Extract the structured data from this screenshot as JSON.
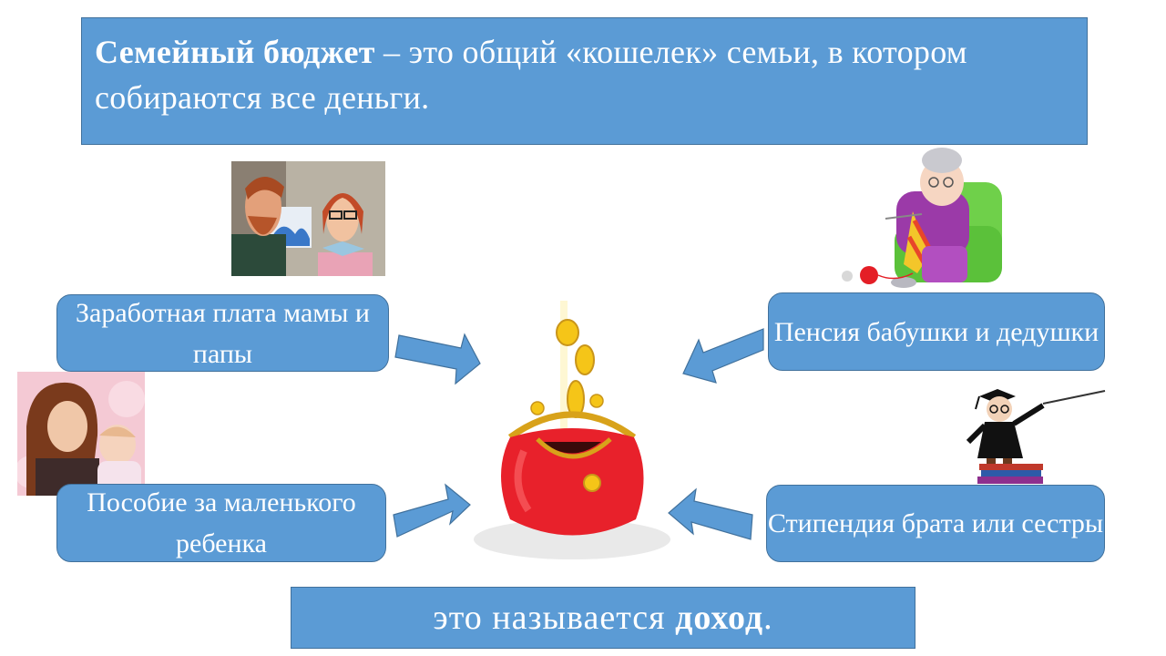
{
  "title": {
    "bold": "Семейный бюджет",
    "rest": " – это общий «кошелек» семьи, в котором собираются все деньги."
  },
  "sources": {
    "salary": "Заработная плата мамы и папы",
    "pension": "Пенсия бабушки и дедушки",
    "allowance": "Пособие за маленького ребенка",
    "stipend": "Стипендия брата или сестры"
  },
  "conclusion": {
    "prefix": "это называется ",
    "bold": "доход",
    "suffix": "."
  },
  "colors": {
    "box_fill": "#5b9bd5",
    "box_border": "#41719c",
    "arrow": "#5b9bd5",
    "wallet": "#e8212b",
    "coin": "#f5c518"
  },
  "icons": [
    "parents-picture",
    "grandmother-picture",
    "mother-baby-picture",
    "student-picture",
    "wallet-coins-picture"
  ]
}
